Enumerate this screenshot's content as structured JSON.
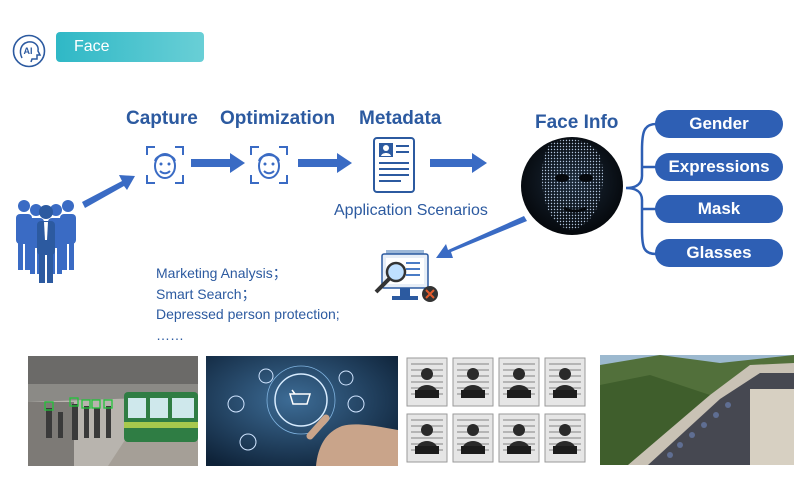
{
  "header": {
    "logo_text": "AI",
    "section_label": "Face"
  },
  "pipeline": {
    "capture": "Capture",
    "optimization": "Optimization",
    "metadata": "Metadata",
    "face_info": "Face Info"
  },
  "attributes": [
    "Gender",
    "Expressions",
    "Mask",
    "Glasses"
  ],
  "application_label": "Application Scenarios",
  "use_cases": [
    "Marketing Analysis；",
    "Smart Search；",
    "Depressed person protection;",
    "……"
  ],
  "colors": {
    "primary_blue": "#2e5fb4",
    "accent_teal": "#2fb8c6",
    "icon_blue": "#2c5aa0"
  },
  "icons": [
    "ai-head-icon",
    "people-group-icon",
    "face-scan-icon",
    "document-profile-icon",
    "monitor-search-icon",
    "face-mesh-icon"
  ]
}
